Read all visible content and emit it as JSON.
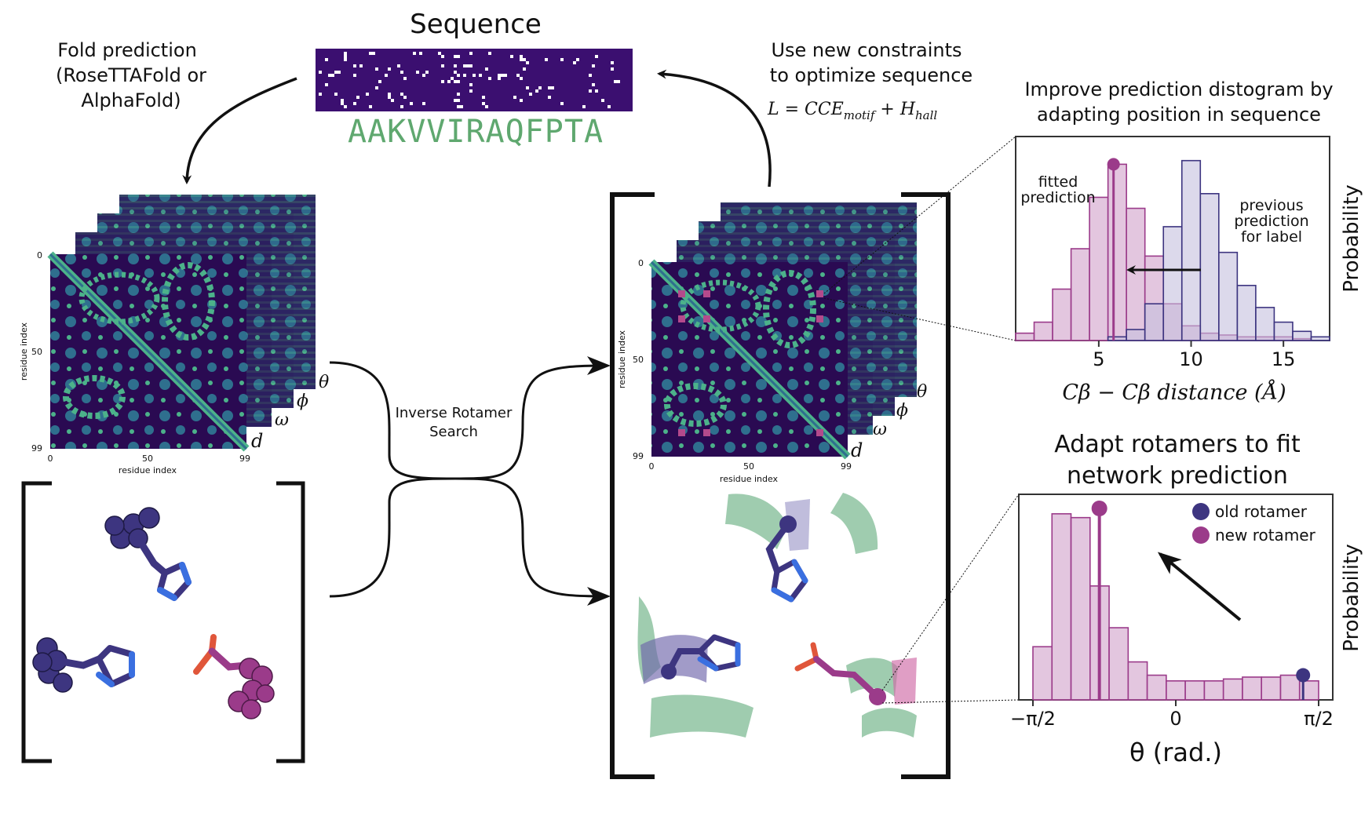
{
  "colors": {
    "seq_bg": "#3b0f70",
    "seq_dots": "#ffffff",
    "seq_text": "#5fa86f",
    "map_dark": "#2a0a52",
    "map_green": "#4cb28a",
    "map_teal": "#2f6f8e",
    "map_yellow": "#d9e84a",
    "purple": "#3d3580",
    "magenta": "#9b3b8a",
    "pink_fill": "#d9b3d4",
    "lav_fill": "#c5c0dd",
    "helix_green": "#8ec3a1",
    "blue_n": "#3a6fe0",
    "red_o": "#e0563a",
    "black": "#111111"
  },
  "sequence": {
    "title": "Sequence",
    "letters": "AAKVVIRAQFPTA"
  },
  "fold": {
    "line1": "Fold prediction",
    "line2": "(RoseTTAFold or",
    "line3": "AlphaFold)"
  },
  "optimize": {
    "line1": "Use new constraints",
    "line2": "to optimize sequence",
    "formula": "L = CCE",
    "formula_sub1": "motif",
    "formula_plus": " + H",
    "formula_sub2": "hall"
  },
  "inverse": {
    "line1": "Inverse Rotamer",
    "line2": "Search"
  },
  "left_map": {
    "ylabel": "residue index",
    "xlabel": "residue index",
    "yticks": [
      "0",
      "50",
      "99"
    ],
    "xticks": [
      "0",
      "50",
      "99"
    ],
    "layer_labels": [
      "d",
      "ω",
      "ϕ",
      "θ"
    ]
  },
  "mid_map": {
    "ylabel": "residue index",
    "xlabel": "residue index",
    "yticks": [
      "0",
      "50",
      "99"
    ],
    "xticks": [
      "0",
      "50",
      "99"
    ],
    "layer_labels": [
      "d",
      "ω",
      "ϕ",
      "θ"
    ]
  },
  "distogram": {
    "title1": "Improve prediction distogram by",
    "title2": "adapting position in sequence",
    "label_fitted1": "fitted",
    "label_fitted2": "prediction",
    "label_prev1": "previous",
    "label_prev2": "prediction",
    "label_prev3": "for label",
    "ylabel": "Probability",
    "xlabel": "Cβ − Cβ distance (Å)",
    "xticks": [
      "5",
      "10",
      "15"
    ]
  },
  "rotamer": {
    "title1": "Adapt rotamers to fit",
    "title2": "network prediction",
    "legend_old": "old rotamer",
    "legend_new": "new rotamer",
    "ylabel": "Probability",
    "xlabel": "θ (rad.)",
    "xticks": [
      "−π/2",
      "0",
      "π/2"
    ]
  },
  "chart_data": [
    {
      "type": "bar",
      "title": "Improve prediction distogram by adapting position in sequence",
      "xlabel": "Cβ − Cβ distance (Å)",
      "ylabel": "Probability",
      "xlim": [
        0.5,
        17.5
      ],
      "series": [
        {
          "name": "fitted prediction",
          "x": [
            1,
            2,
            3,
            4,
            5,
            6,
            7,
            8,
            9,
            10,
            11,
            12,
            13,
            14,
            15,
            16
          ],
          "values": [
            0.04,
            0.1,
            0.28,
            0.5,
            0.78,
            0.96,
            0.72,
            0.46,
            0.2,
            0.08,
            0.04,
            0.03,
            0.02,
            0.02,
            0.02,
            0.01
          ]
        },
        {
          "name": "previous prediction for label",
          "x": [
            6,
            7,
            8,
            9,
            10,
            11,
            12,
            13,
            14,
            15,
            16,
            17
          ],
          "values": [
            0.02,
            0.06,
            0.2,
            0.62,
            0.98,
            0.8,
            0.48,
            0.3,
            0.18,
            0.1,
            0.05,
            0.02
          ]
        }
      ],
      "markers": [
        {
          "name": "fitted prediction",
          "x": 5.8
        }
      ]
    },
    {
      "type": "bar",
      "title": "Adapt rotamers to fit network prediction",
      "xlabel": "θ (rad.)",
      "ylabel": "Probability",
      "xlim": [
        -1.5708,
        1.5708
      ],
      "series": [
        {
          "name": "new rotamer distribution",
          "values": [
            0.28,
            0.98,
            0.96,
            0.6,
            0.38,
            0.2,
            0.13,
            0.1,
            0.1,
            0.1,
            0.11,
            0.12,
            0.12,
            0.13,
            0.1
          ]
        }
      ],
      "markers": [
        {
          "name": "old rotamer",
          "x": 1.4
        },
        {
          "name": "new rotamer",
          "x": -0.84
        }
      ]
    }
  ]
}
